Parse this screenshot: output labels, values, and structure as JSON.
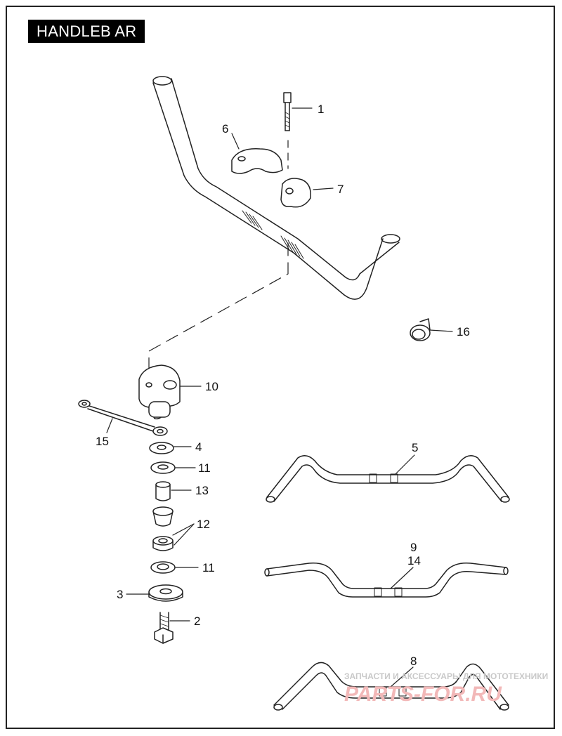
{
  "title": "HANDLEB AR",
  "callouts": {
    "p1": "1",
    "p2": "2",
    "p3": "3",
    "p4": "4",
    "p5": "5",
    "p6": "6",
    "p7": "7",
    "p8": "8",
    "p9": "9",
    "p10": "10",
    "p11a": "11",
    "p11b": "11",
    "p12": "12",
    "p13": "13",
    "p14": "14",
    "p15": "15",
    "p16": "16"
  },
  "watermark": {
    "caption": "ЗАПЧАСТИ И АКСЕССУАРЫ ДЛЯ МОТОТЕХНИКИ",
    "logo": "PARTS-FOR.RU"
  }
}
